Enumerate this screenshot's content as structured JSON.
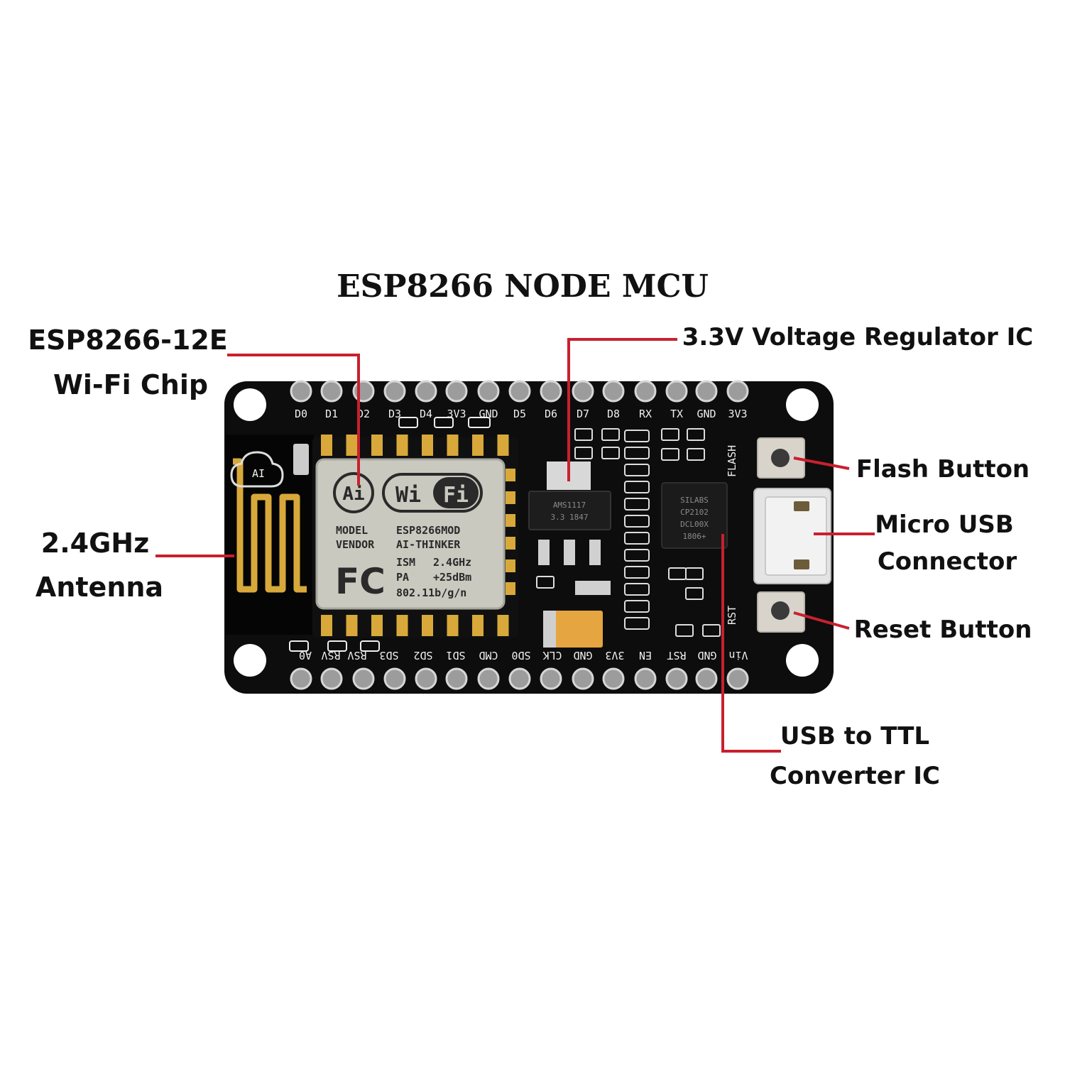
{
  "title": "ESP8266 NODE MCU",
  "callouts": {
    "wifi_chip": [
      "ESP8266-12E",
      "Wi-Fi Chip"
    ],
    "antenna": [
      "2.4GHz",
      "Antenna"
    ],
    "regulator": [
      "3.3V Voltage Regulator IC"
    ],
    "flash_button": [
      "Flash Button"
    ],
    "micro_usb": [
      "Micro USB",
      "Connector"
    ],
    "reset_button": [
      "Reset Button"
    ],
    "usb_ttl": [
      "USB to TTL",
      "Converter IC"
    ]
  },
  "top_pins": [
    "D0",
    "D1",
    "D2",
    "D3",
    "D4",
    "3V3",
    "GND",
    "D5",
    "D6",
    "D7",
    "D8",
    "RX",
    "TX",
    "GND",
    "3V3"
  ],
  "bottom_pins": [
    "A0",
    "RSV",
    "RSV",
    "SD3",
    "SD2",
    "SD1",
    "CMD",
    "SD0",
    "CLK",
    "GND",
    "3V3",
    "EN",
    "RST",
    "GND",
    "Vin"
  ],
  "module": {
    "logo_ai": "Ai",
    "logo_wifi_1": "Wi",
    "logo_wifi_2": "Fi",
    "fc": "FC",
    "rows": [
      [
        "MODEL",
        "ESP8266MOD"
      ],
      [
        "VENDOR",
        "AI-THINKER"
      ],
      [
        "ISM",
        "2.4GHz"
      ],
      [
        "PA",
        "+25dBm"
      ],
      [
        "",
        "802.11b/g/n"
      ]
    ]
  },
  "board": {
    "flash_silk": "FLASH",
    "rst_silk": "RST",
    "antenna_logo": "AI",
    "regulator_marking": [
      "AMS1117",
      "3.3 1847"
    ],
    "usb_ic_marking": [
      "SILABS",
      "CP2102",
      "DCL00X",
      "1806+"
    ]
  },
  "colors": {
    "callout_line": "#c8202f",
    "board": "#0d0d0d",
    "shield": "#c9c9bf",
    "gold": "#d8a93a"
  }
}
